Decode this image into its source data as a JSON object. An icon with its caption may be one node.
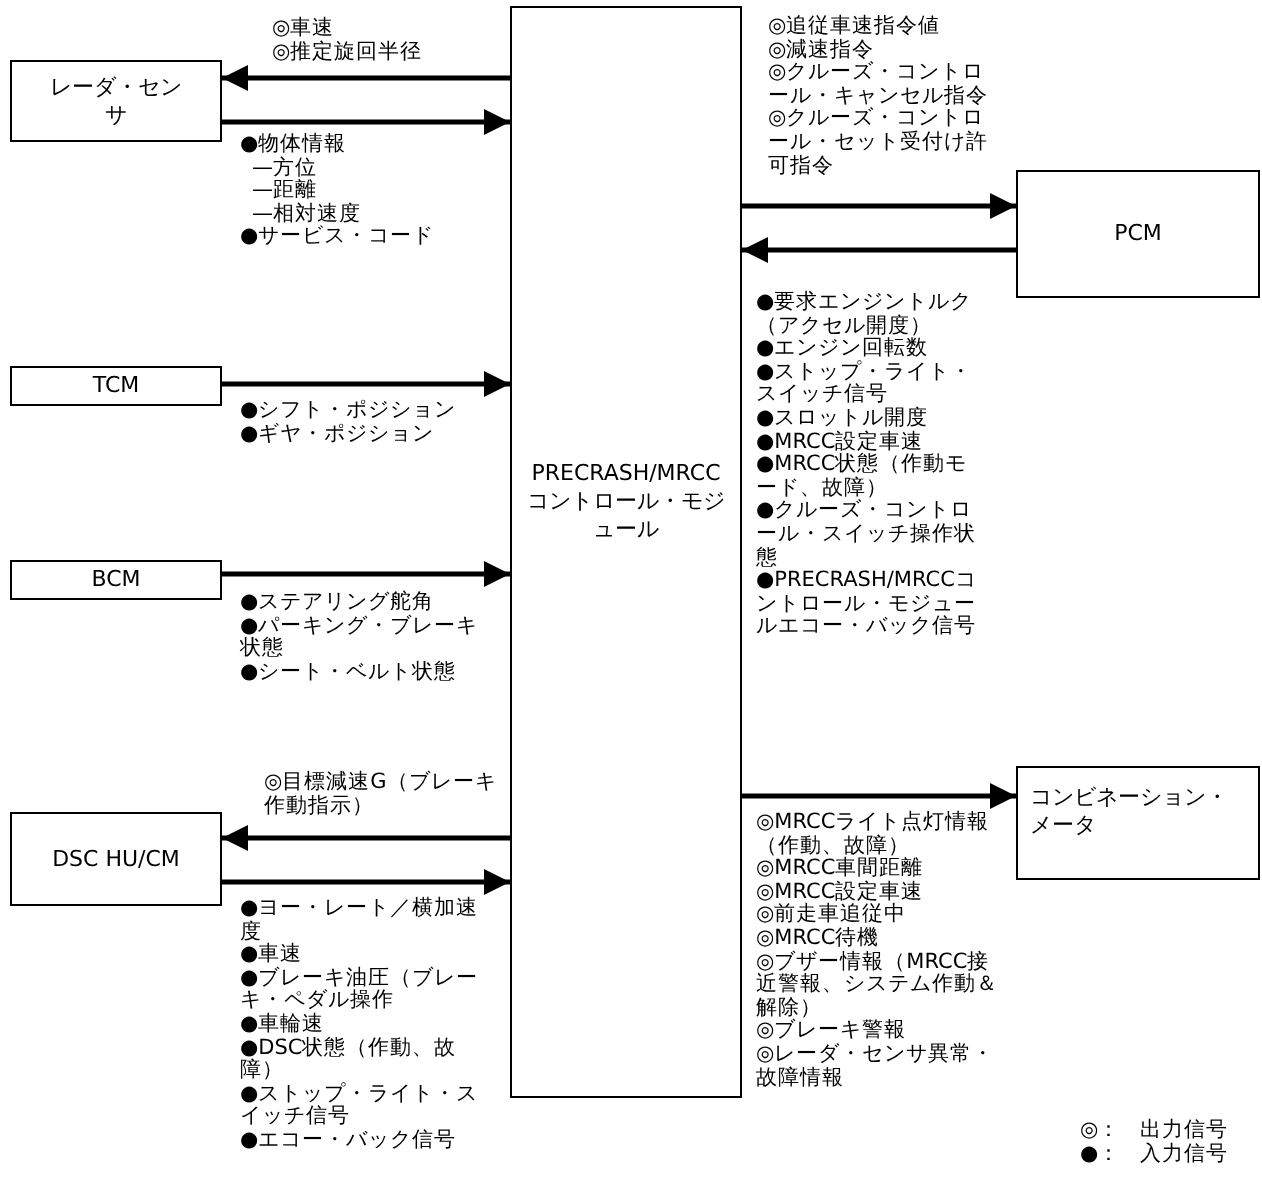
{
  "diagram": {
    "nodes": [
      {
        "text": [
          "PRECRASH/MRCCコントロール・モジュール"
        ]
      },
      {
        "text": [
          "レーダ・センサ"
        ]
      },
      {
        "text": [
          "TCM"
        ]
      },
      {
        "text": [
          "BCM"
        ]
      },
      {
        "text": [
          "DSC HU/CM"
        ]
      },
      {
        "text": [
          "PCM"
        ]
      },
      {
        "text": [
          "コンビネーション・メータ"
        ]
      }
    ],
    "edges": [
      {
        "from": 0,
        "to": 1,
        "arrow": "to"
      },
      {
        "from": 1,
        "to": 0,
        "arrow": "to"
      },
      {
        "from": 2,
        "to": 0,
        "arrow": "to"
      },
      {
        "from": 3,
        "to": 0,
        "arrow": "to"
      },
      {
        "from": 0,
        "to": 4,
        "arrow": "to"
      },
      {
        "from": 4,
        "to": 0,
        "arrow": "to"
      },
      {
        "from": 0,
        "to": 5,
        "arrow": "to"
      },
      {
        "from": 5,
        "to": 0,
        "arrow": "to"
      },
      {
        "from": 0,
        "to": 6,
        "arrow": "to"
      }
    ],
    "labels": [
      "◎車速",
      "◎推定旋回半径",
      "●物体情報",
      "—方位",
      "—距離",
      "—相対速度",
      "●サービス・コード",
      "●シフト・ポジション",
      "●ギヤ・ポジション",
      "●ステアリング舵角",
      "●パーキング・ブレーキ状態",
      "●シート・ベルト状態",
      "◎目標減速G（ブレーキ作動指示）",
      "●ヨー・レート／横加速度",
      "●車速",
      "●ブレーキ油圧（ブレーキ・ペダル操作",
      "●車輪速",
      "●DSC状態（作動、故障）",
      "●ストップ・ライト・スイッチ信号",
      "●エコー・バック信号",
      "◎追従車速指令値",
      "◎減速指令",
      "◎クルーズ・コントロール・キャンセル指令",
      "◎クルーズ・コントロール・セット受付け許可指令",
      "●要求エンジントルク（アクセル開度）",
      "●エンジン回転数",
      "●ストップ・ライト・スイッチ信号",
      "●スロットル開度",
      "●MRCC設定車速",
      "●MRCC状態（作動モード、故障）",
      "●クルーズ・コントロール・スイッチ操作状態",
      "●PRECRASH/MRCCコントロール・モジュールエコー・バック信号",
      "◎MRCCライト点灯情報（作動、故障）",
      "◎MRCC車間距離",
      "◎MRCC設定車速",
      "◎前走車追従中",
      "◎MRCC待機",
      "◎ブザー情報（MRCC接近警報、システム作動＆解除）",
      "◎ブレーキ警報",
      "◎レーダ・センサ異常・故障情報",
      "◎：",
      "出力信号",
      "●：",
      "入力信号"
    ]
  }
}
